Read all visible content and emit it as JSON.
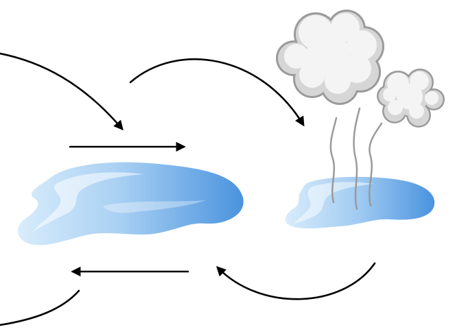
{
  "diagram": {
    "colors": {
      "arrow": "#000000",
      "water_light": "#cfe6f8",
      "water_mid": "#8ec1ee",
      "water_dark": "#4a93de",
      "cloud_fill": "#f4f4f4",
      "cloud_shade": "#d6d6d6",
      "cloud_outline": "#9a9a9a",
      "steam": "#9a9a9a"
    },
    "elements": {
      "large_puddle": "water-puddle",
      "small_puddle": "evaporating-puddle",
      "large_cloud": "cloud",
      "small_cloud": "cloud",
      "steam": "steam-lines",
      "arrows": [
        "curved-arrow",
        "straight-arrow-right",
        "curved-arrow",
        "straight-arrow-left",
        "curved-arrow",
        "curved-arrow"
      ]
    }
  }
}
